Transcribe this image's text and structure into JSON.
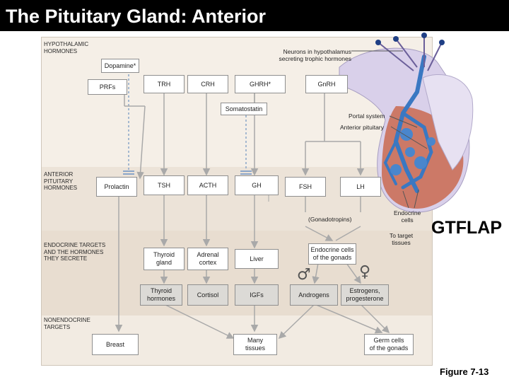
{
  "title": "The Pituitary Gland: Anterior",
  "labels": {
    "hypothalamic": "HYPOTHALAMIC\nHORMONES",
    "anterior_pituitary": "ANTERIOR\nPITUITARY\nHORMONES",
    "endocrine_targets": "ENDOCRINE TARGETS\nAND THE HORMONES\nTHEY SECRETE",
    "nonendocrine": "NONENDOCRINE\nTARGETS"
  },
  "hypothalamic_hormones": {
    "dopamine": "Dopamine*",
    "prfs": "PRFs",
    "trh": "TRH",
    "crh": "CRH",
    "ghrh": "GHRH*",
    "gnrh": "GnRH",
    "somatostatin": "Somatostatin"
  },
  "pituitary_hormones": {
    "prolactin": "Prolactin",
    "tsh": "TSH",
    "acth": "ACTH",
    "gh": "GH",
    "fsh": "FSH",
    "lh": "LH",
    "gonadotropins": "(Gonadotropins)"
  },
  "endocrine_targets": {
    "thyroid_gland": "Thyroid\ngland",
    "adrenal_cortex": "Adrenal\ncortex",
    "liver": "Liver",
    "gonads": "Endocrine cells\nof the gonads"
  },
  "target_hormones": {
    "thyroid_hormones": "Thyroid\nhormones",
    "cortisol": "Cortisol",
    "igfs": "IGFs",
    "androgens": "Androgens",
    "estrogens": "Estrogens,\nprogesterone"
  },
  "nonendocrine_targets": {
    "breast": "Breast",
    "many_tissues": "Many\ntissues",
    "germ_cells": "Germ cells\nof the gonads"
  },
  "annotations": {
    "neurons": "Neurons in hypothalamus\nsecreting trophic hormones",
    "portal_system": "Portal system",
    "anterior_pituitary": "Anterior pituitary",
    "endocrine_cells": "Endocrine\ncells",
    "to_target": "To target\ntissues"
  },
  "gtflap": "GTFLAP",
  "figure": "Figure 7-13",
  "colors": {
    "title_bg": "#000000",
    "panel_bg": "#f0e8dd",
    "vessel": "#3a78c2",
    "gland": "#d9d0ea",
    "tissue": "#c96a50"
  }
}
